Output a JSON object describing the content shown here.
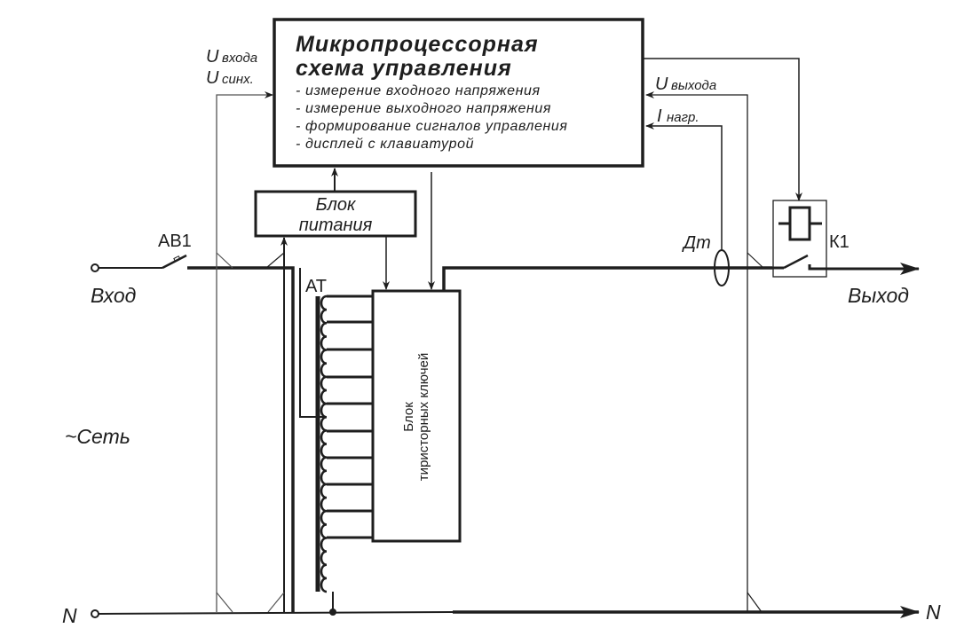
{
  "diagram": {
    "mcu_block": {
      "title_line1": "Микропроцессорная",
      "title_line2": "схема управления",
      "functions": [
        "- измерение входного напряжения",
        "- измерение выходного напряжения",
        "- формирование сигналов управления",
        "- дисплей с клавиатурой"
      ]
    },
    "power_block": {
      "line1": "Блок",
      "line2": "питания"
    },
    "thyristor_block": {
      "line1": "Блок",
      "line2": "тиристорных ключей"
    },
    "signals": {
      "u_input_sym": "U",
      "u_input_sub": "входа",
      "u_sync_sym": "U",
      "u_sync_sub": "синх.",
      "u_output_sym": "U",
      "u_output_sub": "выхода",
      "i_load_sym": "I",
      "i_load_sub": "нагр."
    },
    "components": {
      "breaker": "АВ1",
      "autotransformer": "АТ",
      "current_sensor": "Дт",
      "relay": "К1"
    },
    "terminals": {
      "input": "Вход",
      "output": "Выход",
      "neutral_in": "N",
      "neutral_out": "N",
      "mains": "~Сеть"
    }
  }
}
